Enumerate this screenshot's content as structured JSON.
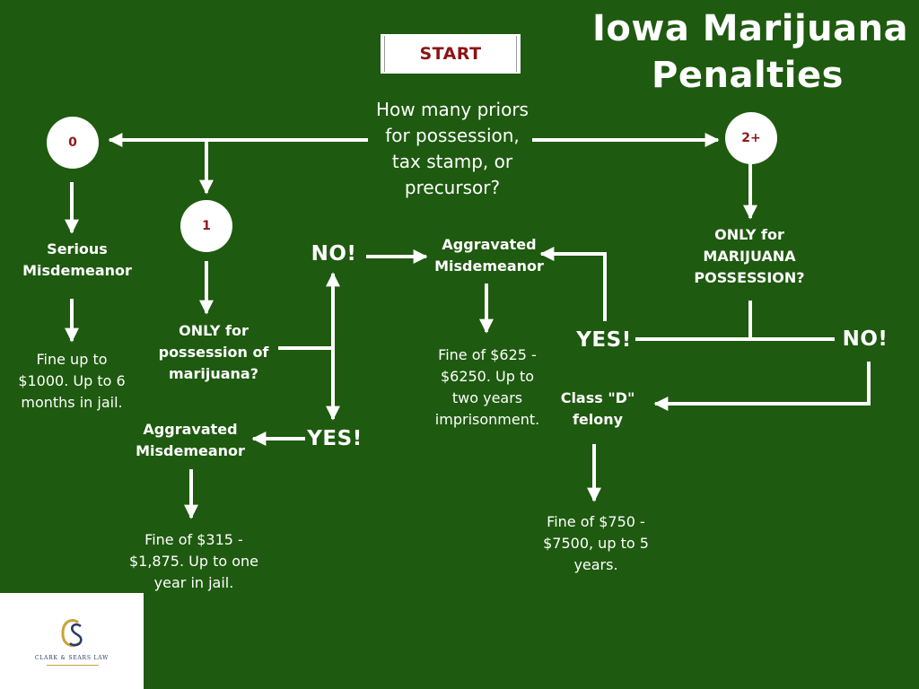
{
  "title": {
    "line1": "Iowa Marijuana",
    "line2": "Penalties"
  },
  "start": "START",
  "question": {
    "line1": "How many priors",
    "line2": "for possession,",
    "line3": "tax stamp, or",
    "line4": "precursor?"
  },
  "priors": {
    "zero": "0",
    "one": "1",
    "two_plus": "2+"
  },
  "zero_branch": {
    "offense_line1": "Serious",
    "offense_line2": "Misdemeanor",
    "penalty_line1": "Fine up to",
    "penalty_line2": "$1000. Up to 6",
    "penalty_line3": "months in jail."
  },
  "one_branch": {
    "question_line1": "ONLY for",
    "question_line2": "possession of",
    "question_line3": "marijuana?",
    "no": "NO!",
    "yes": "YES!",
    "yes_offense_line1": "Aggravated",
    "yes_offense_line2": "Misdemeanor",
    "yes_penalty_line1": "Fine of $315 -",
    "yes_penalty_line2": "$1,875. Up to one",
    "yes_penalty_line3": "year in jail."
  },
  "aggravated_center": {
    "offense_line1": "Aggravated",
    "offense_line2": "Misdemeanor",
    "penalty_line1": "Fine of $625 -",
    "penalty_line2": "$6250.  Up to",
    "penalty_line3": "two years",
    "penalty_line4": "imprisonment."
  },
  "two_plus_branch": {
    "question_line1": "ONLY for",
    "question_line2": "MARIJUANA",
    "question_line3": "POSSESSION?",
    "yes": "YES!",
    "no": "NO!",
    "no_offense_line1": "Class \"D\"",
    "no_offense_line2": "felony",
    "no_penalty_line1": "Fine of $750 -",
    "no_penalty_line2": "$7500, up to 5",
    "no_penalty_line3": "years."
  },
  "logo": {
    "text": "CLARK & SEARS LAW",
    "mark_color": "#c9a33a",
    "ink_color": "#2b3a66"
  },
  "colors": {
    "background": "#1e5a0f",
    "arrow": "#ffffff",
    "start_text": "#8b1414",
    "circle_text": "#8e1a1a"
  }
}
